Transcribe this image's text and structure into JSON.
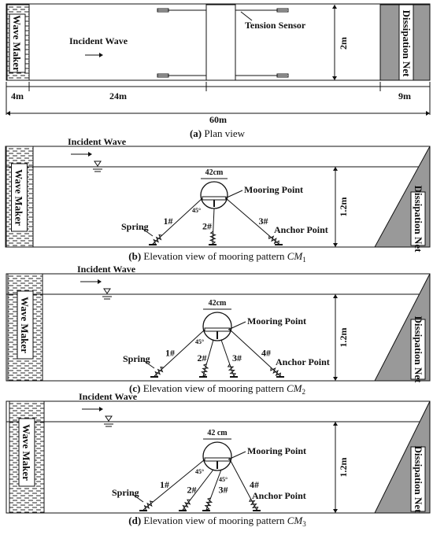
{
  "plan": {
    "wave_maker": "Wave Maker",
    "dissipation_net": "Dissipation Net",
    "incident_wave": "Incident Wave",
    "tension_sensor": "Tension Sensor",
    "width": "2m",
    "dim_left": "4m",
    "dim_mid": "24m",
    "dim_right": "9m",
    "dim_total": "60m",
    "caption_letter": "(a)",
    "caption_text": " Plan view"
  },
  "panels": [
    {
      "wave_maker": "Wave Maker",
      "dissipation_net": "Dissipation Net",
      "incident_wave": "Incident Wave",
      "diameter": "42cm",
      "mooring_point": "Mooring Point",
      "spring": "Spring",
      "anchor_point": "Anchor Point",
      "depth": "1.2m",
      "angle1": "45°",
      "lines": [
        "1#",
        "2#",
        "3#"
      ],
      "caption_letter": "(b)",
      "caption_text": " Elevation view of mooring pattern ",
      "caption_italic": "CM",
      "caption_sub": "1"
    },
    {
      "wave_maker": "Wave Maker",
      "dissipation_net": "Dissipation Net",
      "incident_wave": "Incident Wave",
      "diameter": "42cm",
      "mooring_point": "Mooring Point",
      "spring": "Spring",
      "anchor_point": "Anchor Point",
      "depth": "1.2m",
      "angle1": "45°",
      "lines": [
        "1#",
        "2#",
        "3#",
        "4#"
      ],
      "caption_letter": "(c)",
      "caption_text": " Elevation view of mooring pattern ",
      "caption_italic": "CM",
      "caption_sub": "2"
    },
    {
      "wave_maker": "Wave Maker",
      "dissipation_net": "Dissipation Net",
      "incident_wave": "Incident Wave",
      "diameter": "42 cm",
      "mooring_point": "Mooring Point",
      "spring": "Spring",
      "anchor_point": "Anchor Point",
      "depth": "1.2m",
      "angle1": "45°",
      "angle2": "45°",
      "lines": [
        "1#",
        "2#",
        "3#",
        "4#"
      ],
      "caption_letter": "(d)",
      "caption_text": " Elevation view of mooring pattern ",
      "caption_italic": "CM",
      "caption_sub": "3"
    }
  ]
}
